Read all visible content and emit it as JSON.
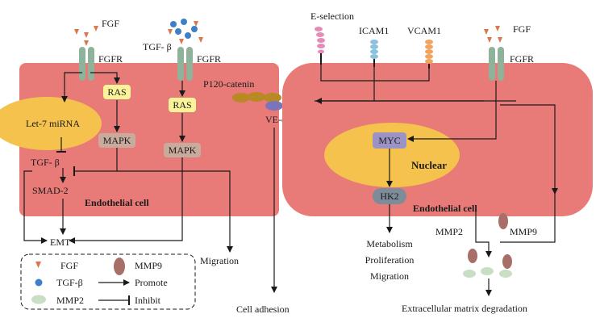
{
  "colors": {
    "cell": "#e87a78",
    "nucleus": "#f6c24e",
    "let7": "#f6c24e",
    "receptor": "#8fb29a",
    "ras_box": "#fbf39a",
    "mapk_box": "#c9ab9e",
    "myc_box": "#9b92c5",
    "hk2_box": "#7d8c98",
    "fgf_triangle": "#d9774d",
    "tgf_dot": "#3f7fc8",
    "mmp2_oval": "#c8dfc4",
    "mmp9_oval": "#a86e68",
    "catenin": "#b88a24",
    "cadherin": "#7c74bb",
    "eselection_mol": "#e58ab9",
    "icam_mol": "#8cc0e0",
    "vcam_mol": "#f0a460"
  },
  "left_cell": {
    "fgf_label": "FGF",
    "fgfr_label": "FGFR",
    "tgf_label": "TGF- β",
    "fgfr2_label": "FGFR",
    "ras1": "RAS",
    "ras2": "RAS",
    "mapk1": "MAPK",
    "mapk2": "MAPK",
    "let7": "Let-7 miRNA",
    "tgf_inside": "TGF- β",
    "smad2": "SMAD-2",
    "cell_name": "Endothelial cell",
    "emt": "EMT",
    "migration": "Migration"
  },
  "junction": {
    "p120": "P120-catenin",
    "ve_cadherin": "VE-cadherin",
    "cell_adhesion": "Cell adhesion"
  },
  "right_cell": {
    "eselection": "E-selection",
    "icam1": "ICAM1",
    "vcam1": "VCAM1",
    "fgf_label": "FGF",
    "fgfr_label": "FGFR",
    "myc": "MYC",
    "nuclear": "Nuclear",
    "hk2": "HK2",
    "cell_name": "Endothelial cell",
    "mmp2": "MMP2",
    "mmp9": "MMP9",
    "outcome_metabolism": "Metabolism",
    "outcome_proliferation": "Proliferation",
    "outcome_migration": "Migration",
    "ecm": "Extracellular matrix degradation"
  },
  "legend": {
    "fgf": "FGF",
    "mmp9": "MMP9",
    "tgf": "TGF-β",
    "promote": "Promote",
    "mmp2": "MMP2",
    "inhibit": "Inhibit"
  }
}
